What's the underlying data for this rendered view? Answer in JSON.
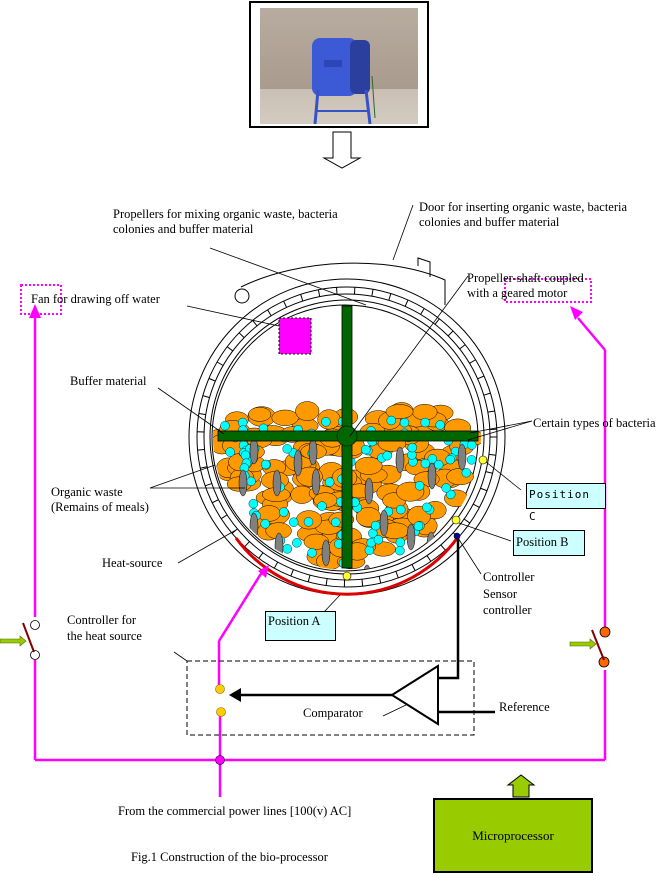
{
  "figure": {
    "caption": "Fig.1 Construction of the bio-processor",
    "photo_alt_icon": "composter-drum-photo"
  },
  "labels": {
    "propellers": [
      "Propellers  for  mixing  organic  waste,  bacteria",
      "colonies and buffer material"
    ],
    "door": [
      "Door  for  inserting  organic  waste,  bacteria",
      "colonies and buffer material"
    ],
    "fan": "Fan for drawing off  water",
    "shaft": [
      "Propeller-shaft        coupled",
      "with a geared motor"
    ],
    "buffer": "Buffer material",
    "bacteria": "Certain types of bacteria",
    "organic": [
      "Organic waste",
      "(Remains of meals)"
    ],
    "heat_source": "Heat-source",
    "controller_heat": [
      "Controller  for",
      "the heat source"
    ],
    "sensor": [
      "Controller",
      "Sensor",
      "controller"
    ],
    "comparator": "Comparator",
    "reference": "Reference",
    "power": "From the commercial power lines [100(v) AC]"
  },
  "positions": {
    "a": "Position A",
    "b": "Position B",
    "c": "Position C"
  },
  "microprocessor": {
    "label": "Microprocessor"
  },
  "colors": {
    "power_line": "#ff00ff",
    "shaft": "#006600",
    "waste": "#ff9900",
    "buffer": "#00ffff",
    "bacteria": "#808080",
    "heater": "#dd0000",
    "sensor_dot": "#ffff33",
    "position_box": "#ccffff",
    "micro": "#99cc00",
    "switch_contact_right": "#ff6600",
    "switch_contact_left": "#ffffff",
    "relay_contact": "#ffcc00"
  }
}
